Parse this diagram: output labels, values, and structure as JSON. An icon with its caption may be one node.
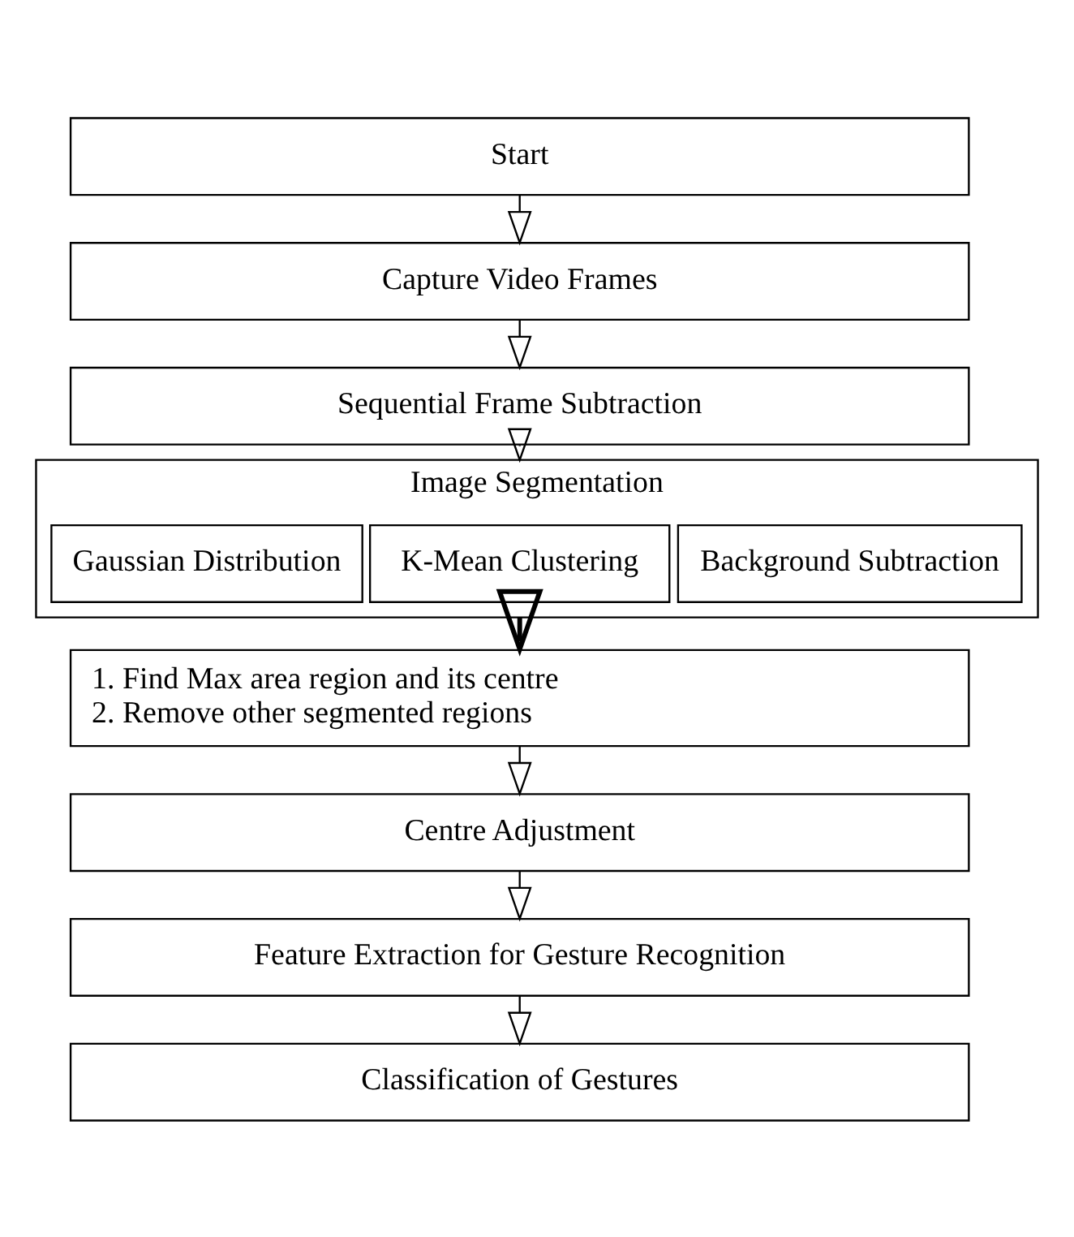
{
  "diagram": {
    "nodes": [
      {
        "text": [
          "Start"
        ]
      },
      {
        "text": [
          "Capture Video Frames"
        ]
      },
      {
        "text": [
          "Sequential Frame Subtraction"
        ]
      },
      {
        "text": [
          "Image Segmentation"
        ]
      },
      {
        "text": [
          "Gaussian Distribution"
        ],
        "in": 3
      },
      {
        "text": [
          "K-Mean Clustering"
        ],
        "in": 3
      },
      {
        "text": [
          "Background Subtraction"
        ],
        "in": 3
      },
      {
        "text": [
          "1. Find Max area region and its centre",
          "2. Remove other segmented regions"
        ]
      },
      {
        "text": [
          "Centre Adjustment"
        ]
      },
      {
        "text": [
          "Feature Extraction for Gesture Recognition"
        ]
      },
      {
        "text": [
          "Classification of Gestures"
        ]
      }
    ],
    "edges": [
      {
        "from": 0,
        "to": 1,
        "arrow": "to"
      },
      {
        "from": 1,
        "to": 2,
        "arrow": "to"
      },
      {
        "from": 2,
        "to": 3,
        "arrow": "to"
      },
      {
        "from": 3,
        "to": 7,
        "arrow": "to",
        "style": "thick"
      },
      {
        "from": 7,
        "to": 8,
        "arrow": "to"
      },
      {
        "from": 8,
        "to": 9,
        "arrow": "to"
      },
      {
        "from": 9,
        "to": 10,
        "arrow": "to"
      }
    ]
  }
}
